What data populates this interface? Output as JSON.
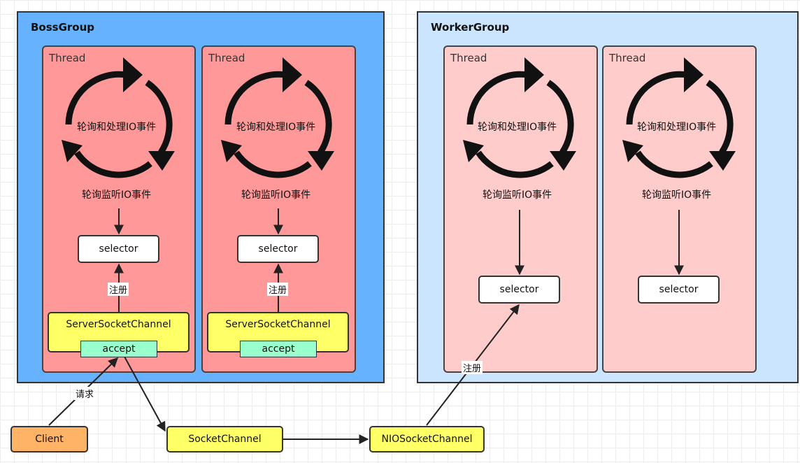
{
  "boss_group": {
    "title": "BossGroup",
    "threads": [
      {
        "label": "Thread",
        "loop_text": "轮询和处理IO事件",
        "listen_text": "轮询监听IO事件",
        "selector": "selector",
        "register": "注册",
        "channel": "ServerSocketChannel",
        "accept": "accept"
      },
      {
        "label": "Thread",
        "loop_text": "轮询和处理IO事件",
        "listen_text": "轮询监听IO事件",
        "selector": "selector",
        "register": "注册",
        "channel": "ServerSocketChannel",
        "accept": "accept"
      }
    ]
  },
  "worker_group": {
    "title": "WorkerGroup",
    "threads": [
      {
        "label": "Thread",
        "loop_text": "轮询和处理IO事件",
        "listen_text": "轮询监听IO事件",
        "selector": "selector"
      },
      {
        "label": "Thread",
        "loop_text": "轮询和处理IO事件",
        "listen_text": "轮询监听IO事件",
        "selector": "selector"
      }
    ]
  },
  "bottom": {
    "client": "Client",
    "socket_channel": "SocketChannel",
    "nio_socket_channel": "NIOSocketChannel",
    "request_label": "请求",
    "register_label": "注册"
  },
  "colors": {
    "boss_bg": "#66b2ff",
    "worker_bg": "#cce5ff",
    "boss_thread_bg": "#ff9999",
    "worker_thread_bg": "#ffcccc",
    "channel_bg": "#ffff66",
    "accept_bg": "#99ffcc",
    "client_bg": "#ffb366"
  }
}
